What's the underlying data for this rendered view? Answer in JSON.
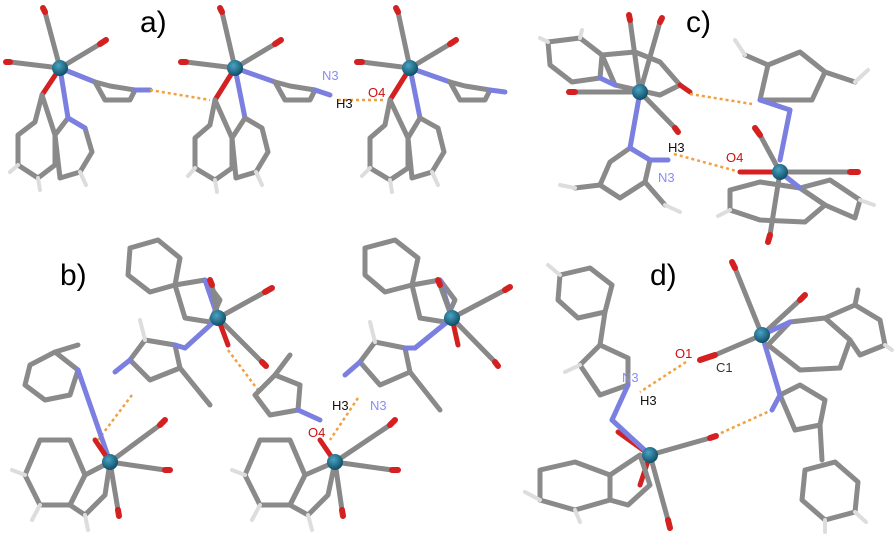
{
  "panels": [
    {
      "id": "a",
      "label": "a)",
      "atom_labels": [
        {
          "text": "N3",
          "element": "N"
        },
        {
          "text": "H3",
          "element": "H"
        },
        {
          "text": "O4",
          "element": "O"
        }
      ]
    },
    {
      "id": "b",
      "label": "b)",
      "atom_labels": [
        {
          "text": "H3",
          "element": "H"
        },
        {
          "text": "N3",
          "element": "N"
        },
        {
          "text": "O4",
          "element": "O"
        }
      ]
    },
    {
      "id": "c",
      "label": "c)",
      "atom_labels": [
        {
          "text": "H3",
          "element": "H"
        },
        {
          "text": "O4",
          "element": "O"
        },
        {
          "text": "N3",
          "element": "N"
        }
      ]
    },
    {
      "id": "d",
      "label": "d)",
      "atom_labels": [
        {
          "text": "O1",
          "element": "O"
        },
        {
          "text": "C1",
          "element": "C"
        },
        {
          "text": "N3",
          "element": "N"
        },
        {
          "text": "H3",
          "element": "H"
        }
      ]
    }
  ],
  "colors": {
    "carbon": "#8a8a8a",
    "nitrogen": "#7b7fe0",
    "oxygen": "#d42020",
    "hydrogen": "#e6e6e6",
    "metal": "#1f6f8b",
    "hbond": "#f0a040",
    "label_N": "#8a8ef0",
    "label_O": "#cc1010",
    "label_H": "#111111",
    "label_C": "#333333"
  }
}
